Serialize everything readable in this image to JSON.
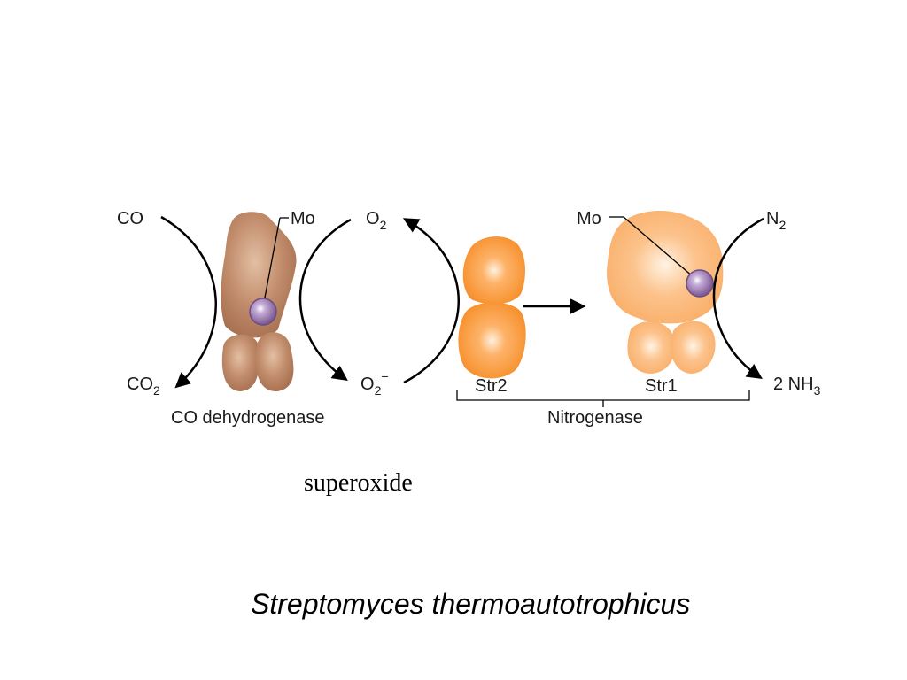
{
  "co_dehydrogenase": {
    "substrate": "CO",
    "product_base": "CO",
    "product_sub": "2",
    "metal": "Mo",
    "name": "CO dehydrogenase"
  },
  "superoxide_cycle": {
    "oxidant_base": "O",
    "oxidant_sub": "2",
    "reduced_base": "O",
    "reduced_sub": "2",
    "reduced_sup": "−"
  },
  "nitrogenase": {
    "metal": "Mo",
    "substrate_base": "N",
    "substrate_sub": "2",
    "product_base": "2 NH",
    "product_sub": "3",
    "subunit_left": "Str2",
    "subunit_right": "Str1",
    "name": "Nitrogenase"
  },
  "captions": {
    "superoxide": "superoxide",
    "organism": "Streptomyces thermoautotrophicus"
  },
  "colors": {
    "brown_protein": "#b9805f",
    "orange_protein": "#fba24a",
    "molybdenum": "#9a78b0",
    "arrow": "#000000"
  }
}
